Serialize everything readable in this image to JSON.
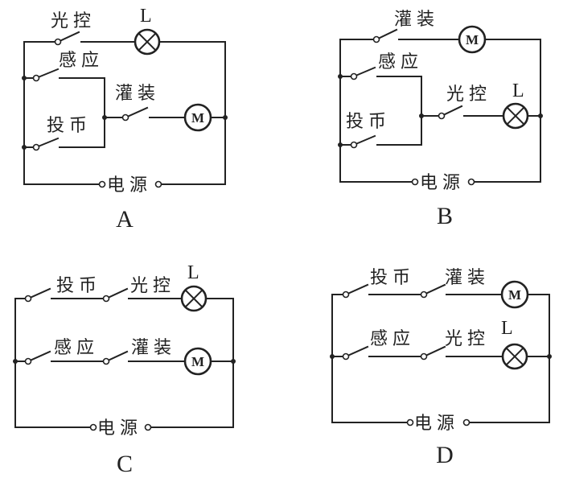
{
  "labels": {
    "light_control": "光控",
    "sensor": "感应",
    "coin": "投币",
    "filling": "灌装",
    "power": "电源",
    "lamp": "L",
    "motor": "M"
  },
  "options": [
    "A",
    "B",
    "C",
    "D"
  ]
}
